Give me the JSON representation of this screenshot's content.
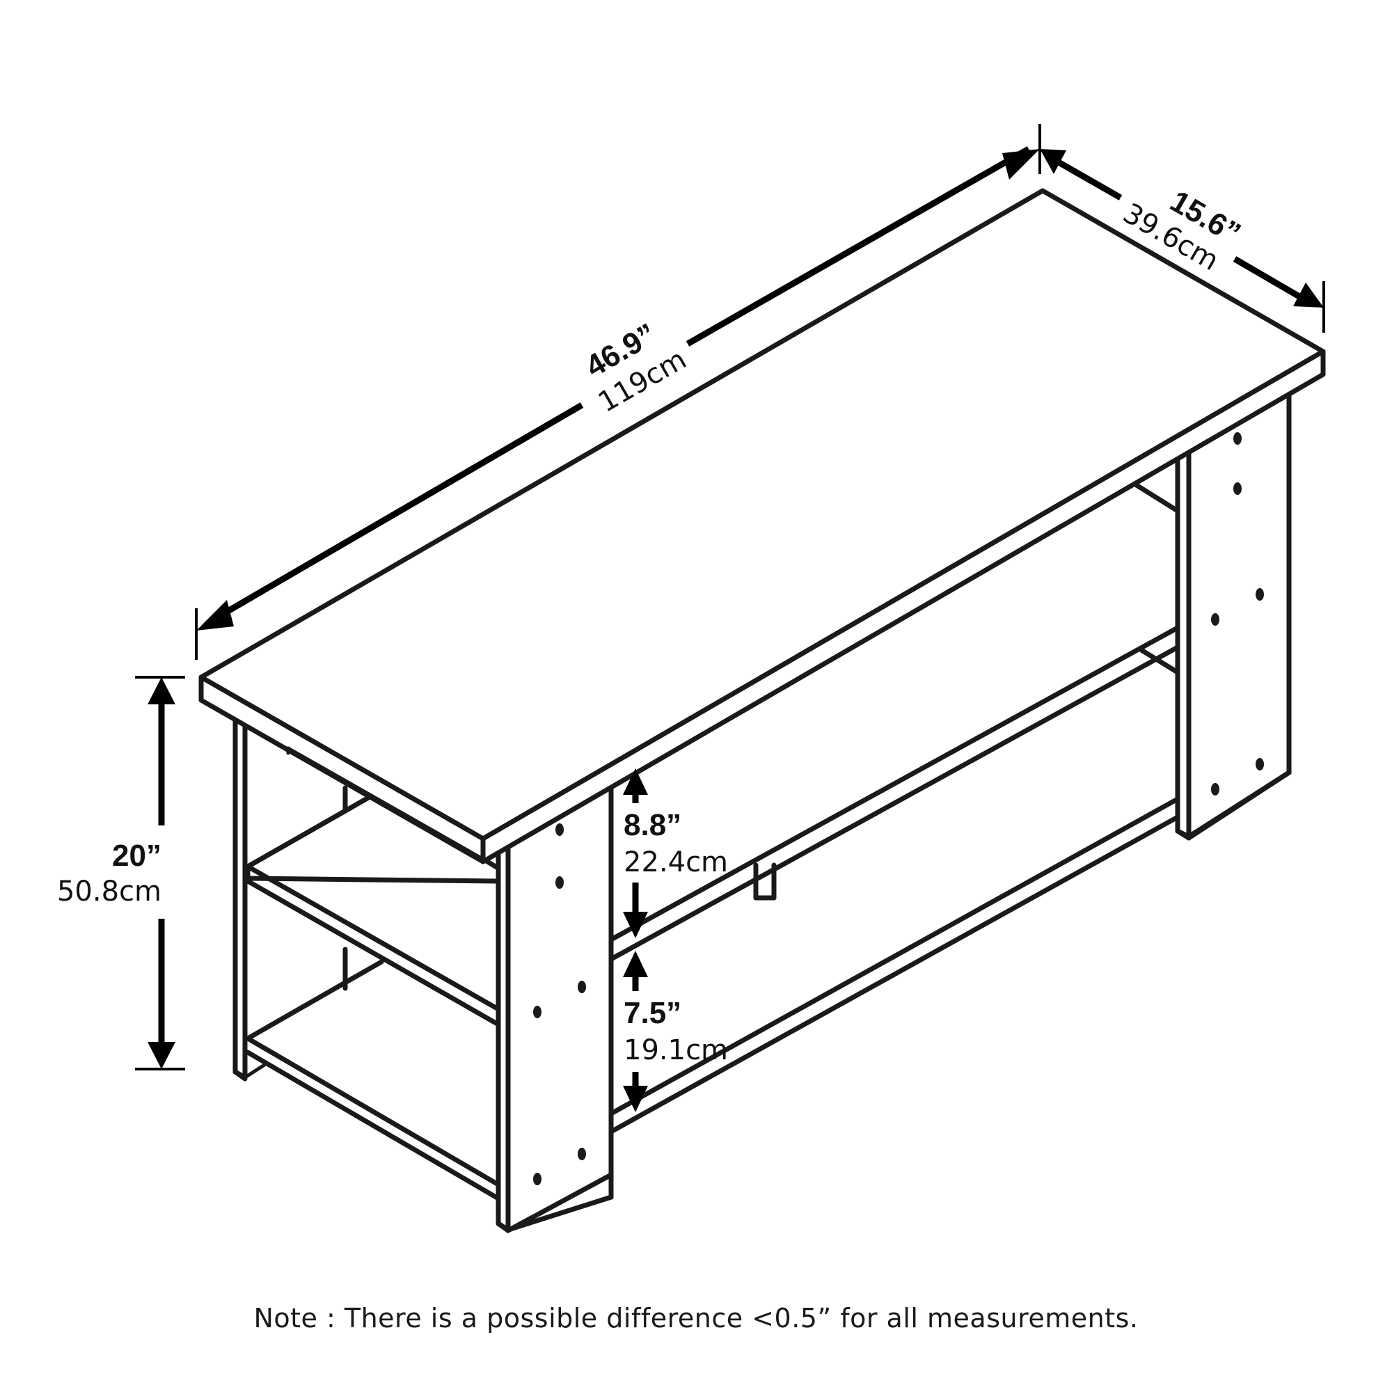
{
  "diagram": {
    "subject": "three-tier TV stand / shoe bench with open shelves",
    "dimensions": {
      "width": {
        "imperial": "46.9”",
        "metric": "119cm"
      },
      "depth": {
        "imperial": "15.6”",
        "metric": "39.6cm"
      },
      "height": {
        "imperial": "20”",
        "metric": "50.8cm"
      },
      "upper_shelf_clearance": {
        "imperial": "8.8”",
        "metric": "22.4cm"
      },
      "lower_shelf_clearance": {
        "imperial": "7.5”",
        "metric": "19.1cm"
      }
    },
    "note": "Note : There is a possible difference <0.5” for all measurements.",
    "colors": {
      "line": "#1a1a1a",
      "background": "#ffffff"
    }
  }
}
